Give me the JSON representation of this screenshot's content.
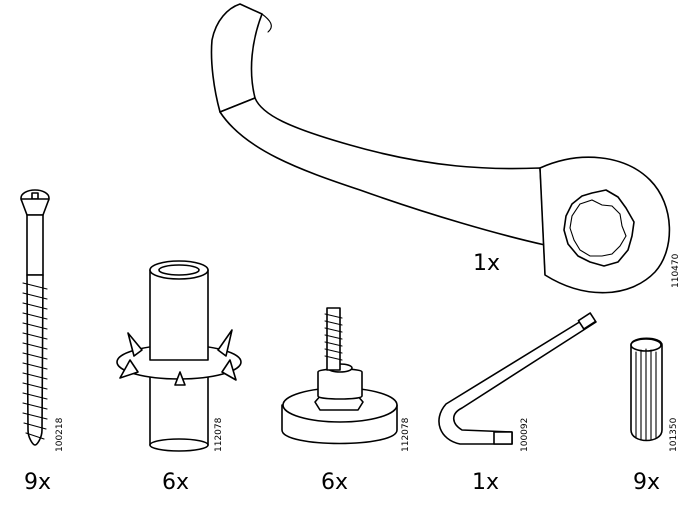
{
  "parts": {
    "wrench": {
      "qty": "1x",
      "code": "110470"
    },
    "screw": {
      "qty": "9x",
      "code": "100218"
    },
    "tee-nut": {
      "qty": "6x",
      "code": "112078"
    },
    "leveling-foot": {
      "qty": "6x",
      "code": "112078"
    },
    "allen-key": {
      "qty": "1x",
      "code": "100092"
    },
    "dowel": {
      "qty": "9x",
      "code": "101350"
    }
  }
}
